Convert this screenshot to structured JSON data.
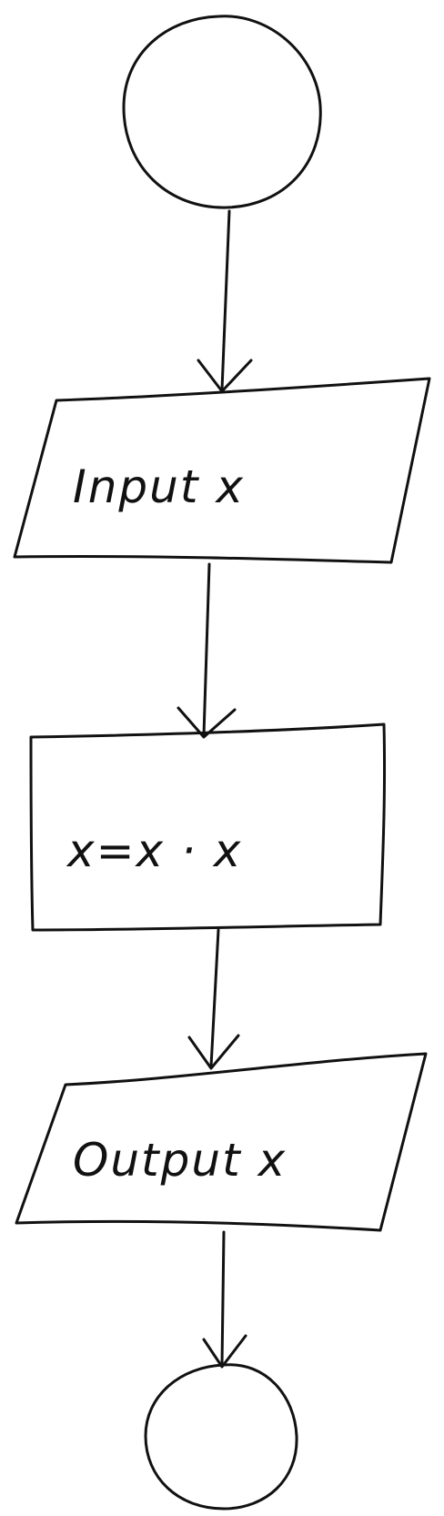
{
  "flowchart": {
    "nodes": [
      {
        "id": "start",
        "shape": "circle",
        "label": ""
      },
      {
        "id": "input",
        "shape": "parallelogram",
        "label": "Input x"
      },
      {
        "id": "process",
        "shape": "rectangle",
        "label": "x=x · x"
      },
      {
        "id": "output",
        "shape": "parallelogram",
        "label": "Output x"
      },
      {
        "id": "end",
        "shape": "circle",
        "label": ""
      }
    ],
    "edges": [
      {
        "from": "start",
        "to": "input"
      },
      {
        "from": "input",
        "to": "process"
      },
      {
        "from": "process",
        "to": "output"
      },
      {
        "from": "output",
        "to": "end"
      }
    ],
    "colors": {
      "stroke": "#111111",
      "background": "#ffffff"
    }
  }
}
